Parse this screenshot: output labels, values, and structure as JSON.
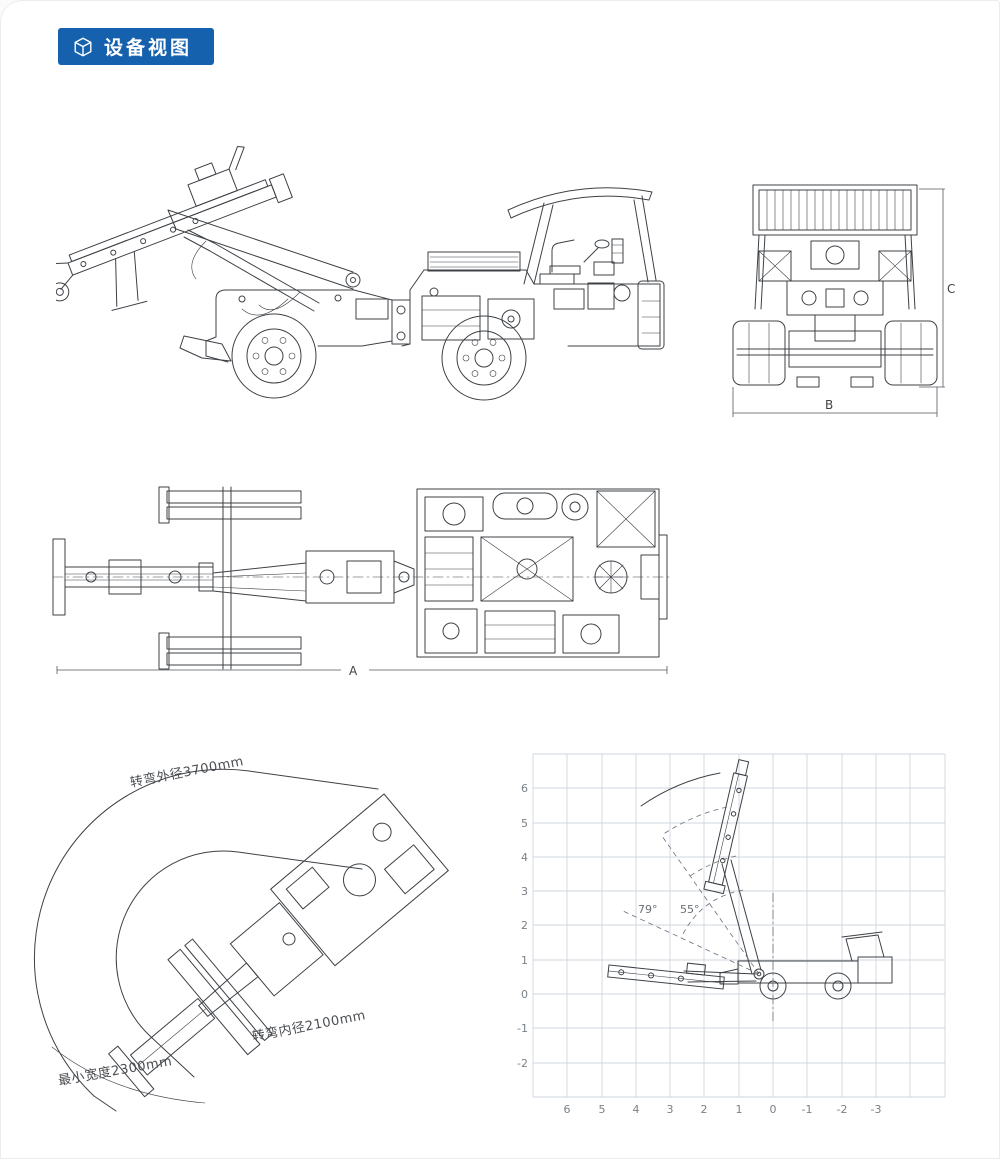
{
  "header": {
    "title": "设备视图"
  },
  "colors": {
    "header_bg": "#1661ae",
    "header_text": "#ffffff",
    "line": "#3d4146",
    "grid": "#cfd6dd"
  },
  "dimension_labels": {
    "top_view_length": "A",
    "rear_view_width": "B",
    "rear_view_height": "C"
  },
  "turning_diagram": {
    "outer_diameter_label": "转弯外径3700mm",
    "inner_diameter_label": "转弯内径2100mm",
    "min_width_label": "最小宽度2300mm"
  },
  "chart_data": {
    "type": "line",
    "title": "",
    "x_ticks": [
      "6",
      "5",
      "4",
      "3",
      "2",
      "1",
      "0",
      "-1",
      "-2",
      "-3"
    ],
    "y_ticks": [
      "6",
      "5",
      "4",
      "3",
      "2",
      "1",
      "0",
      "-1",
      "-2"
    ],
    "x_axis_reversed": true,
    "grid": true,
    "boom_elevation_angles_deg": [
      79,
      55
    ],
    "annotations": [
      {
        "label": "79°"
      },
      {
        "label": "55°"
      }
    ]
  }
}
